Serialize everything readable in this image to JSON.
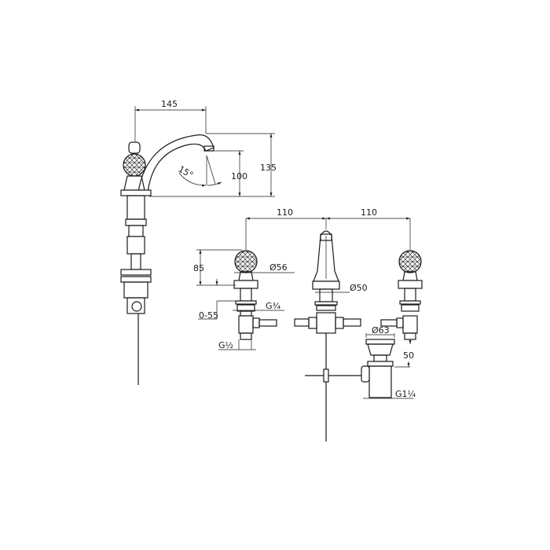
{
  "drawing": {
    "side_view": {
      "spout_reach": "145",
      "swivel_angle": "15°",
      "outlet_height": "100",
      "total_height": "135"
    },
    "front_view": {
      "spacing_left": "110",
      "spacing_right": "110",
      "handle_height": "85",
      "handle_diameter": "Ø56",
      "spout_diameter": "Ø50",
      "inlet_thread": "G¾",
      "deck_thickness": "0-55",
      "connection_thread": "G½",
      "waste_diameter": "Ø63",
      "waste_height": "50",
      "waste_thread": "G1¼"
    },
    "colors": {
      "line": "#1a1a1a",
      "background": "#ffffff"
    }
  }
}
